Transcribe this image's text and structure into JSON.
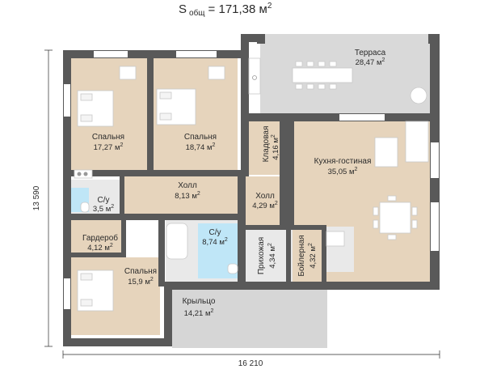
{
  "header": {
    "title_main": "S",
    "title_sub": "общ",
    "title_value": "= 171,38 м",
    "title_sup": "2"
  },
  "dimensions": {
    "width": "16 210",
    "height": "13 590"
  },
  "rooms": {
    "bedroom1": {
      "name": "Спальня",
      "area": "17,27 м",
      "sup": "2"
    },
    "bedroom2": {
      "name": "Спальня",
      "area": "18,74 м",
      "sup": "2"
    },
    "bedroom3": {
      "name": "Спальня",
      "area": "15,9 м",
      "sup": "2"
    },
    "hall1": {
      "name": "Холл",
      "area": "8,13 м",
      "sup": "2"
    },
    "hall2": {
      "name": "Холл",
      "area": "4,29 м",
      "sup": "2"
    },
    "bath1": {
      "name": "С/у",
      "area": "3,5 м",
      "sup": "2"
    },
    "bath2": {
      "name": "С/у",
      "area": "8,74 м",
      "sup": "2"
    },
    "wardrobe": {
      "name": "Гардероб",
      "area": "4,12 м",
      "sup": "2"
    },
    "pantry": {
      "name": "Кладовая",
      "area": "4,16 м",
      "sup": "2"
    },
    "kitchen": {
      "name": "Кухня-гостиная",
      "area": "35,05 м",
      "sup": "2"
    },
    "terrace": {
      "name": "Терраса",
      "area": "28,47 м",
      "sup": "2"
    },
    "entry": {
      "name": "Прихожая",
      "area": "4,34 м",
      "sup": "2"
    },
    "boiler": {
      "name": "Бойлерная",
      "area": "4,32 м",
      "sup": "2"
    },
    "porch": {
      "name": "Крыльцо",
      "area": "14,21 м",
      "sup": "2"
    }
  },
  "colors": {
    "wall": "#595959",
    "wood_floor": "#e6d4bc",
    "tile_floor": "#e9e9e9",
    "bathroom": "#bfe6f7",
    "terrace": "#d9d9d9"
  }
}
